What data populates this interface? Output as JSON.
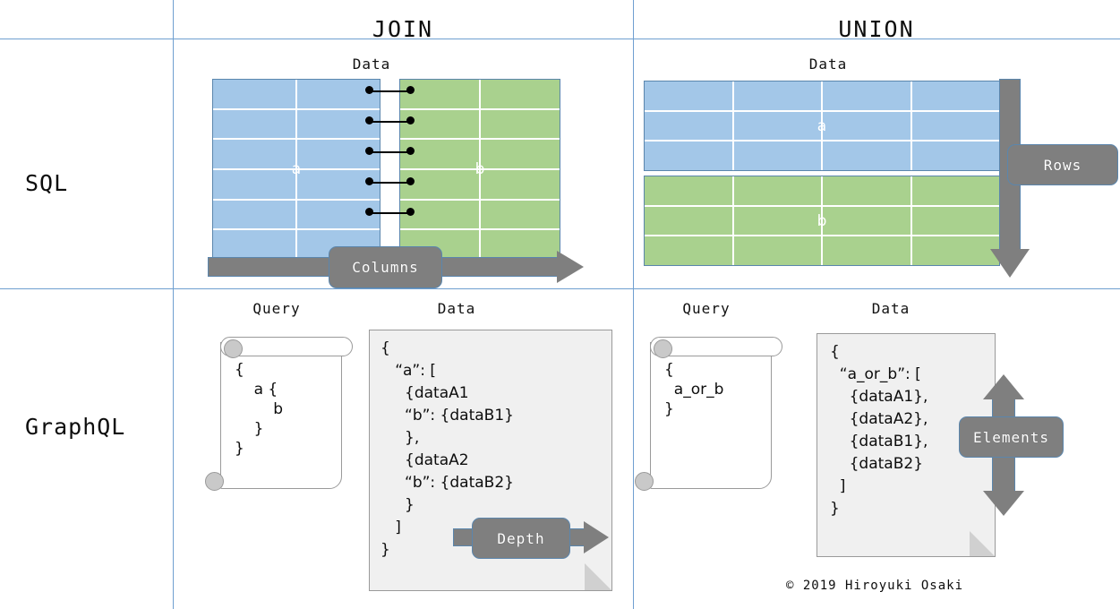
{
  "matrix": {
    "columns": [
      {
        "key": "join",
        "label": "JOIN"
      },
      {
        "key": "union",
        "label": "UNION"
      }
    ],
    "rows": [
      {
        "key": "sql",
        "label": "SQL"
      },
      {
        "key": "graphql",
        "label": "GraphQL"
      }
    ]
  },
  "labels": {
    "data": "Data",
    "query": "Query"
  },
  "sql_join": {
    "caption": "Data",
    "table_a": {
      "name": "a",
      "columns": 2,
      "rows": 6,
      "color": "#a3c7e8"
    },
    "table_b": {
      "name": "b",
      "columns": 2,
      "rows": 6,
      "color": "#a9d18e"
    },
    "join_links": 5,
    "axis_badge": "Columns",
    "axis_direction": "right"
  },
  "sql_union": {
    "caption": "Data",
    "table_a": {
      "name": "a",
      "columns": 4,
      "rows": 3,
      "color": "#a3c7e8"
    },
    "table_b": {
      "name": "b",
      "columns": 4,
      "rows": 3,
      "color": "#a9d18e"
    },
    "axis_badge": "Rows",
    "axis_direction": "down"
  },
  "graphql_join": {
    "query_caption": "Query",
    "data_caption": "Data",
    "query_text": "{\n    a {\n        b\n    }\n}",
    "data_text": "{\n   “a”: [\n     {dataA1\n     “b”: {dataB1}\n     },\n     {dataA2\n     “b”: {dataB2}\n     }\n   ]\n}",
    "axis_badge": "Depth",
    "axis_direction": "right"
  },
  "graphql_union": {
    "query_caption": "Query",
    "data_caption": "Data",
    "query_text": "{\n  a_or_b\n}",
    "data_text": "{\n  “a_or_b”: [\n    {dataA1},\n    {dataA2},\n    {dataB1},\n    {dataB2}\n  ]\n}",
    "axis_badge": "Elements",
    "axis_direction": "up-down"
  },
  "footer": {
    "copyright": "© 2019 Hiroyuki Osaki"
  },
  "colors": {
    "rule": "#6f9fd0",
    "blue": "#a3c7e8",
    "green": "#a9d18e",
    "grey": "#7f7f7f",
    "doc_bg": "#f0f0f0"
  }
}
